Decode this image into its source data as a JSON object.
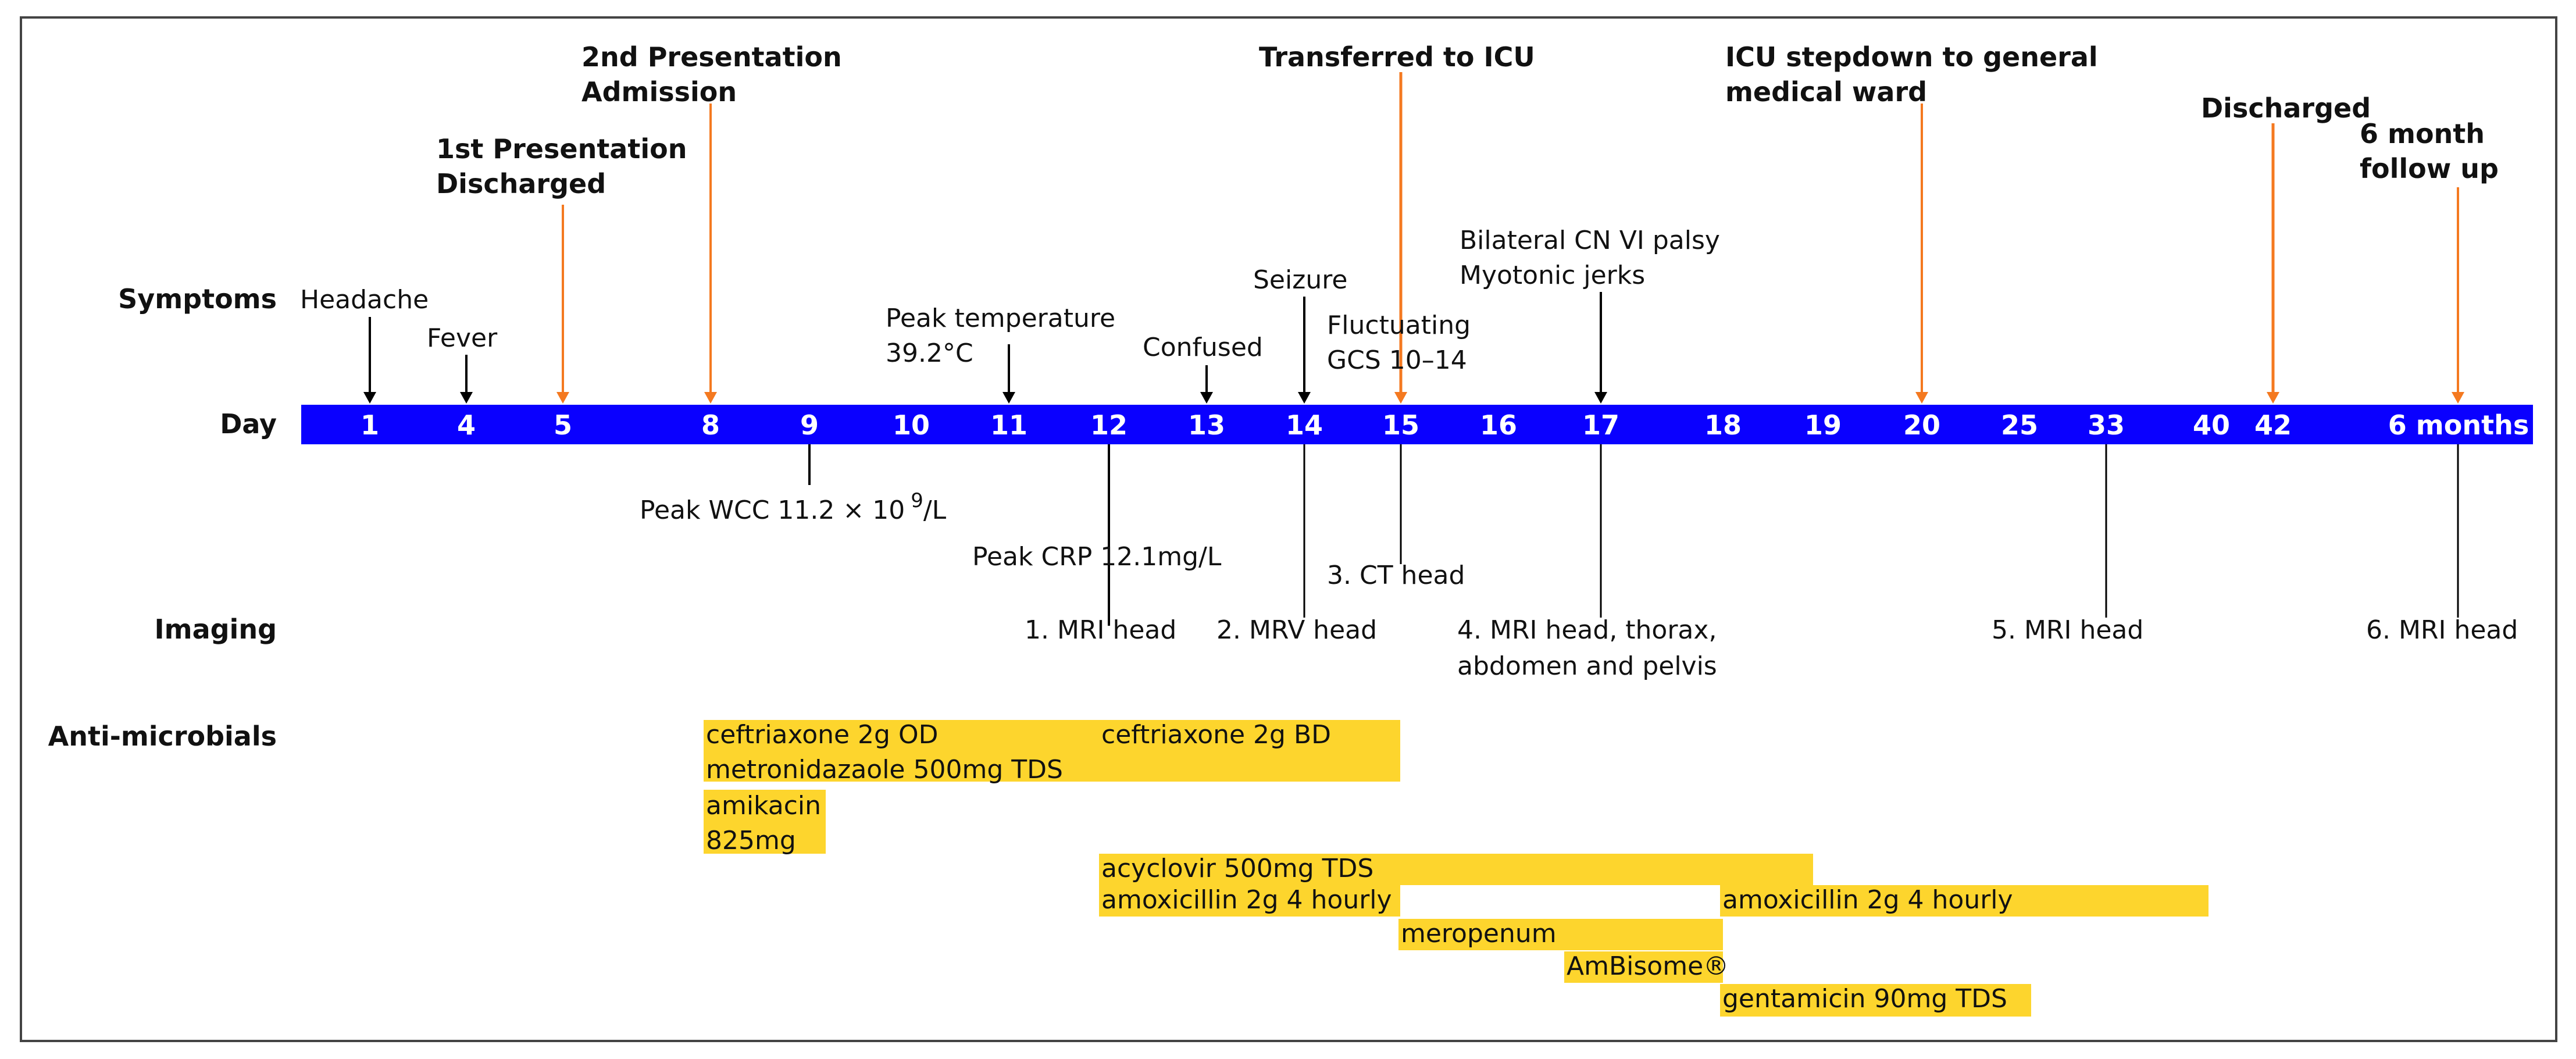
{
  "colors": {
    "timeline_bar": "#0a00ff",
    "drug_bar": "#fdd52d",
    "event_arrow": "#f47920",
    "symptom_arrow": "#000000",
    "frame": "#444444"
  },
  "row_labels": {
    "symptoms": "Symptoms",
    "day": "Day",
    "imaging": "Imaging",
    "antimicrobials": "Anti-microbials"
  },
  "days": [
    "1",
    "4",
    "5",
    "8",
    "9",
    "10",
    "11",
    "12",
    "13",
    "14",
    "15",
    "16",
    "17",
    "18",
    "19",
    "20",
    "25",
    "33",
    "40",
    "42",
    "6 months"
  ],
  "events": [
    {
      "lines": [
        "1st Presentation",
        "Discharged"
      ],
      "day": "5"
    },
    {
      "lines": [
        "2nd Presentation",
        "Admission"
      ],
      "day": "8"
    },
    {
      "lines": [
        "Transferred to ICU"
      ],
      "day": "15"
    },
    {
      "lines": [
        "ICU stepdown to general",
        "medical ward"
      ],
      "day": "20"
    },
    {
      "lines": [
        "Discharged"
      ],
      "day": "42"
    },
    {
      "lines": [
        "6 month",
        "follow up"
      ],
      "day": "6 months"
    }
  ],
  "symptoms": [
    {
      "lines": [
        "Headache"
      ],
      "day": "1"
    },
    {
      "lines": [
        "Fever"
      ],
      "day": "4"
    },
    {
      "lines": [
        "Peak temperature",
        "39.2°C"
      ],
      "day": "11"
    },
    {
      "lines": [
        "Confused"
      ],
      "day": "13"
    },
    {
      "lines": [
        "Seizure"
      ],
      "day": "14"
    },
    {
      "lines": [
        "Fluctuating",
        "GCS 10–14"
      ],
      "day": "15"
    },
    {
      "lines": [
        "Bilateral CN VI palsy",
        "Myotonic jerks"
      ],
      "day": "17"
    }
  ],
  "lab_results": [
    {
      "text": "Peak WCC 11.2 × 10",
      "sup": "9",
      "suffix": "/L",
      "day": "9"
    },
    {
      "text": "Peak CRP 12.1mg/L",
      "day": "12"
    }
  ],
  "imaging": [
    {
      "lines": [
        "1. MRI head"
      ],
      "day": "12"
    },
    {
      "lines": [
        "2. MRV head"
      ],
      "day": "14"
    },
    {
      "lines": [
        "3. CT head"
      ],
      "day": "15"
    },
    {
      "lines": [
        "4. MRI head, thorax,",
        "abdomen and pelvis"
      ],
      "day": "17"
    },
    {
      "lines": [
        "5. MRI head"
      ],
      "day": "33"
    },
    {
      "lines": [
        "6. MRI head"
      ],
      "day": "6 months"
    }
  ],
  "antimicrobials": [
    {
      "label": "ceftriaxone 2g OD",
      "start_day": "8",
      "end_day": "12"
    },
    {
      "label": "ceftriaxone 2g BD",
      "start_day": "12",
      "end_day": "15"
    },
    {
      "label": "metronidazaole 500mg TDS",
      "start_day": "8",
      "end_day": "15"
    },
    {
      "lines": [
        "amikacin",
        "825mg"
      ],
      "start_day": "8",
      "end_day": "9"
    },
    {
      "label": "acyclovir 500mg TDS",
      "start_day": "12",
      "end_day": "19"
    },
    {
      "label": "amoxicillin 2g 4 hourly",
      "start_day": "12",
      "end_day": "15"
    },
    {
      "label": "amoxicillin 2g 4 hourly",
      "start_day": "18",
      "end_day": "40"
    },
    {
      "label": "meropenum",
      "start_day": "15",
      "end_day": "18"
    },
    {
      "label": "AmBisome®",
      "start_day": "16",
      "end_day": "18"
    },
    {
      "label": "gentamicin 90mg TDS",
      "start_day": "18",
      "end_day": "20"
    }
  ]
}
